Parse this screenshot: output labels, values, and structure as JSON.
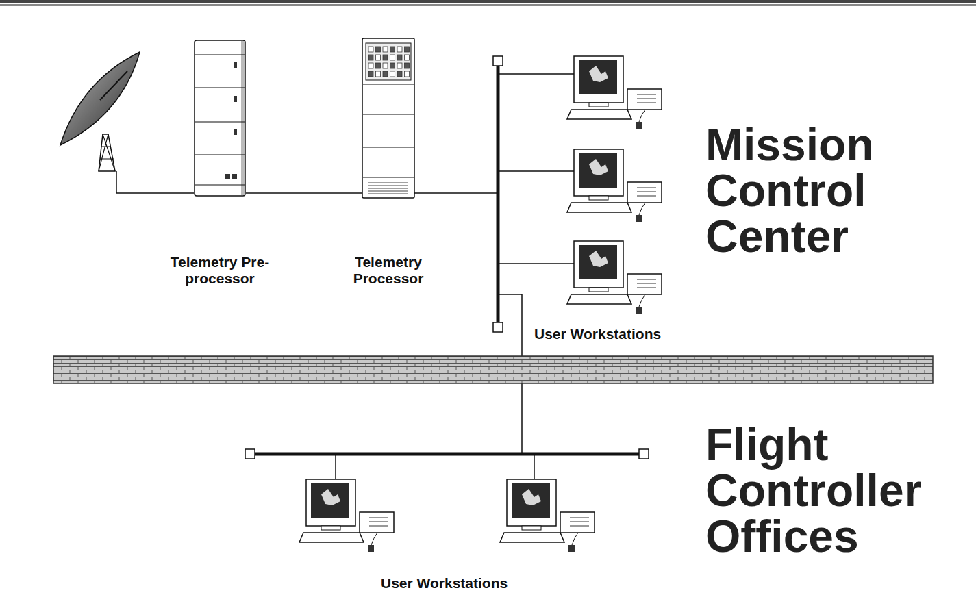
{
  "diagram": {
    "nodes": [
      {
        "text": [
          "Telemetry Pre-processor"
        ]
      },
      {
        "text": [
          "Telemetry Processor"
        ]
      }
    ],
    "edges": [
      {
        "from": 0,
        "to": 1,
        "arrow": "none"
      }
    ],
    "labels": [
      "Mission Control Center",
      "User Workstations",
      "Flight Controller Offices",
      "User Workstations"
    ]
  }
}
